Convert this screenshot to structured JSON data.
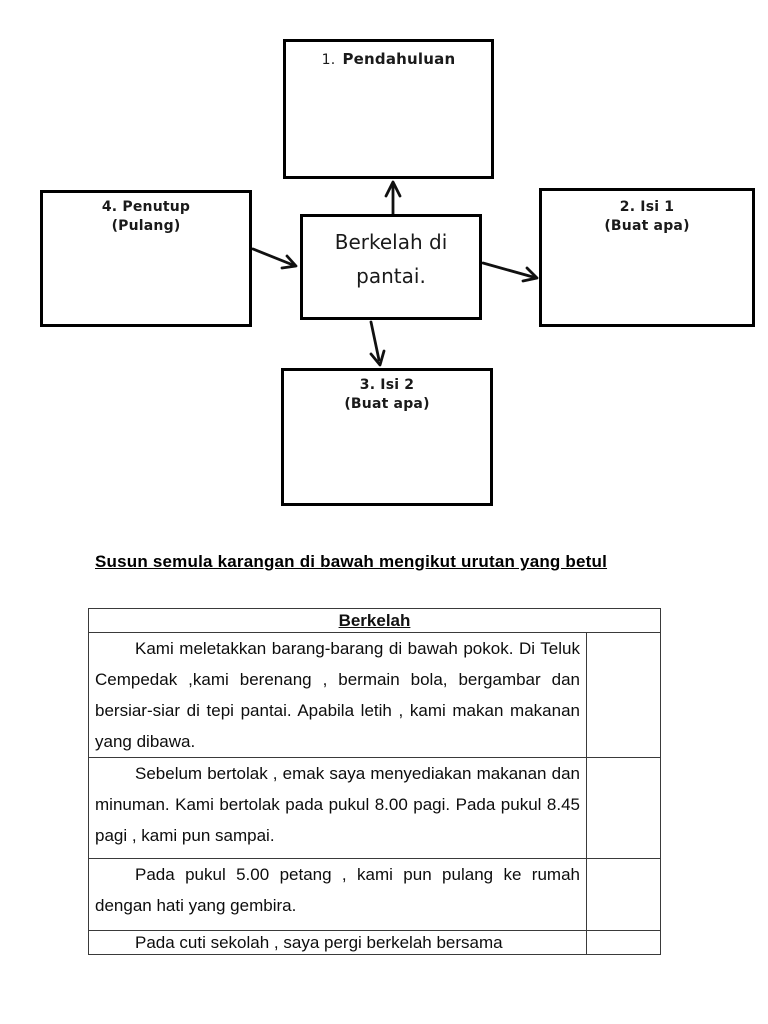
{
  "diagram": {
    "center": {
      "line1": "Berkelah di",
      "line2": "pantai."
    },
    "top": {
      "prefix": "1.",
      "name": "Pendahuluan"
    },
    "right": {
      "line1": "2. Isi 1",
      "line2": "(Buat apa)"
    },
    "bottom": {
      "line1": "3. Isi 2",
      "line2": "(Buat apa)"
    },
    "left": {
      "line1": "4. Penutup",
      "line2": "(Pulang)"
    }
  },
  "instruction": "Susun semula karangan di bawah mengikut urutan yang betul",
  "table": {
    "title": "Berkelah",
    "rows": [
      {
        "text": "Kami meletakkan barang-barang di bawah pokok. Di Teluk Cempedak ,kami berenang , bermain bola, bergambar dan bersiar-siar di tepi pantai. Apabila letih , kami makan makanan yang dibawa."
      },
      {
        "text": "Sebelum bertolak , emak saya menyediakan makanan dan minuman. Kami bertolak pada pukul 8.00 pagi. Pada pukul 8.45 pagi , kami pun sampai."
      },
      {
        "text": "Pada pukul 5.00 petang , kami pun pulang ke rumah dengan hati yang gembira."
      },
      {
        "text": "Pada cuti sekolah , saya pergi berkelah bersama"
      }
    ]
  },
  "colors": {
    "ink": "#111111",
    "border": "#3a3a3a",
    "background": "#ffffff"
  }
}
